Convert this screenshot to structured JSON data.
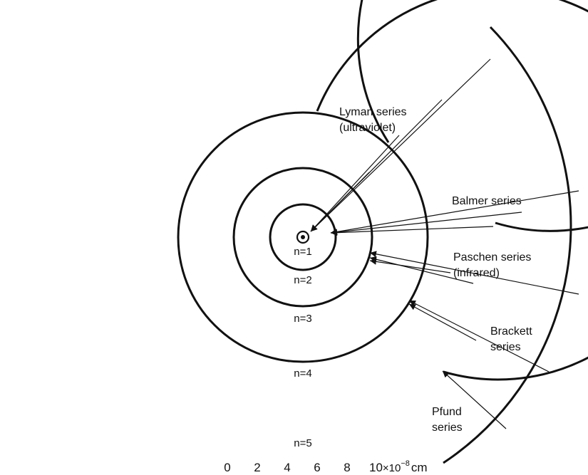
{
  "colors": {
    "ink": "#111111",
    "background": "#ffffff"
  },
  "levels": [
    {
      "label": "n=1"
    },
    {
      "label": "n=2"
    },
    {
      "label": "n=3"
    },
    {
      "label": "n=4"
    },
    {
      "label": "n=5"
    }
  ],
  "series": {
    "lyman": {
      "line1": "Lyman series",
      "line2": "(ultraviolet)"
    },
    "balmer": {
      "line1": "Balmer series"
    },
    "paschen": {
      "line1": "Paschen series",
      "line2": "(infrared)"
    },
    "brackett": {
      "line1": "Brackett",
      "line2": "series"
    },
    "pfund": {
      "line1": "Pfund",
      "line2": "series"
    }
  },
  "scale": {
    "ticks": [
      "0",
      "2",
      "4",
      "6",
      "8",
      "10"
    ],
    "unit_prefix": "×10",
    "unit_exponent": "−8",
    "unit": "cm"
  }
}
